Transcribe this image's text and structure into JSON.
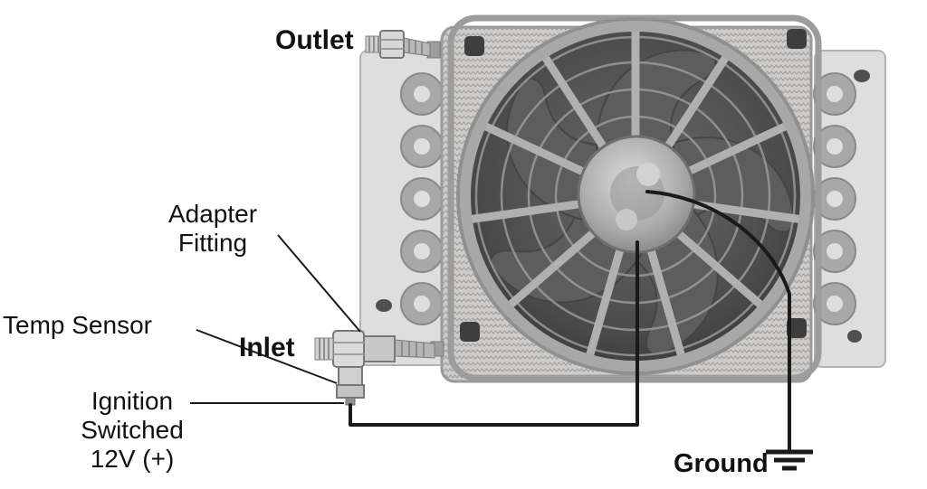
{
  "labels": {
    "outlet": "Outlet",
    "adapter_fitting": {
      "line1": "Adapter",
      "line2": "Fitting"
    },
    "temp_sensor": "Temp Sensor",
    "inlet": "Inlet",
    "ignition": {
      "line1": "Ignition",
      "line2": "Switched",
      "line3": "12V (+)"
    },
    "ground": "Ground"
  },
  "colors": {
    "label_color": "#111111",
    "wire_color": "#1a1a1a",
    "metal_light": "#dedede",
    "metal_mid": "#b0b0b0",
    "metal_dark": "#787878",
    "fan_blade_dark": "#4a4a4a",
    "guard_gray": "#a8a8a8"
  }
}
